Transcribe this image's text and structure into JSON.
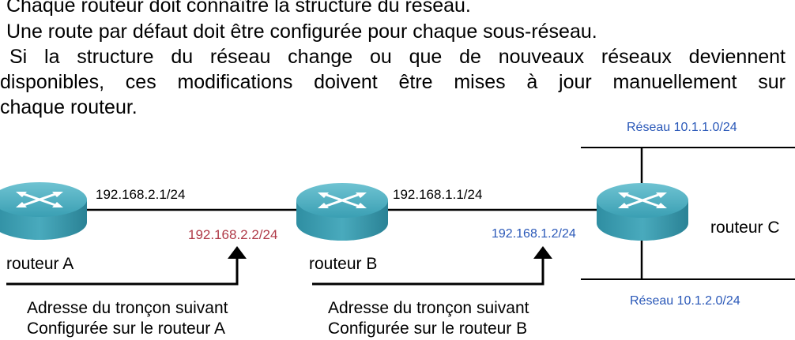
{
  "text": {
    "line1": "Chaque routeur doit connaître la structure du réseau.",
    "line2": "Une route par défaut doit être configurée pour chaque sous-réseau.",
    "line3": "Si la structure du réseau change ou que de nouveaux réseaux deviennent",
    "line4": "disponibles, ces modifications doivent être mises à jour manuellement sur",
    "line5": "chaque routeur."
  },
  "networks": {
    "top": "Réseau 10.1.1.0/24",
    "bottom": "Réseau 10.1.2.0/24"
  },
  "routers": {
    "a": "routeur A",
    "b": "routeur B",
    "c": "routeur C"
  },
  "addresses": {
    "a_int": "192.168.2.1/24",
    "b_left": "192.168.2.2/24",
    "b_right": "192.168.1.1/24",
    "c_left": "192.168.1.2/24"
  },
  "notes": {
    "a_line1": "Adresse du tronçon suivant",
    "a_line2": "Configurée sur le routeur A",
    "b_line1": "Adresse du tronçon suivant",
    "b_line2": "Configurée sur le routeur B"
  },
  "colors": {
    "red_label": "#b03a48",
    "blue_label": "#2a58b8",
    "router_body": "#3fa2b5"
  }
}
